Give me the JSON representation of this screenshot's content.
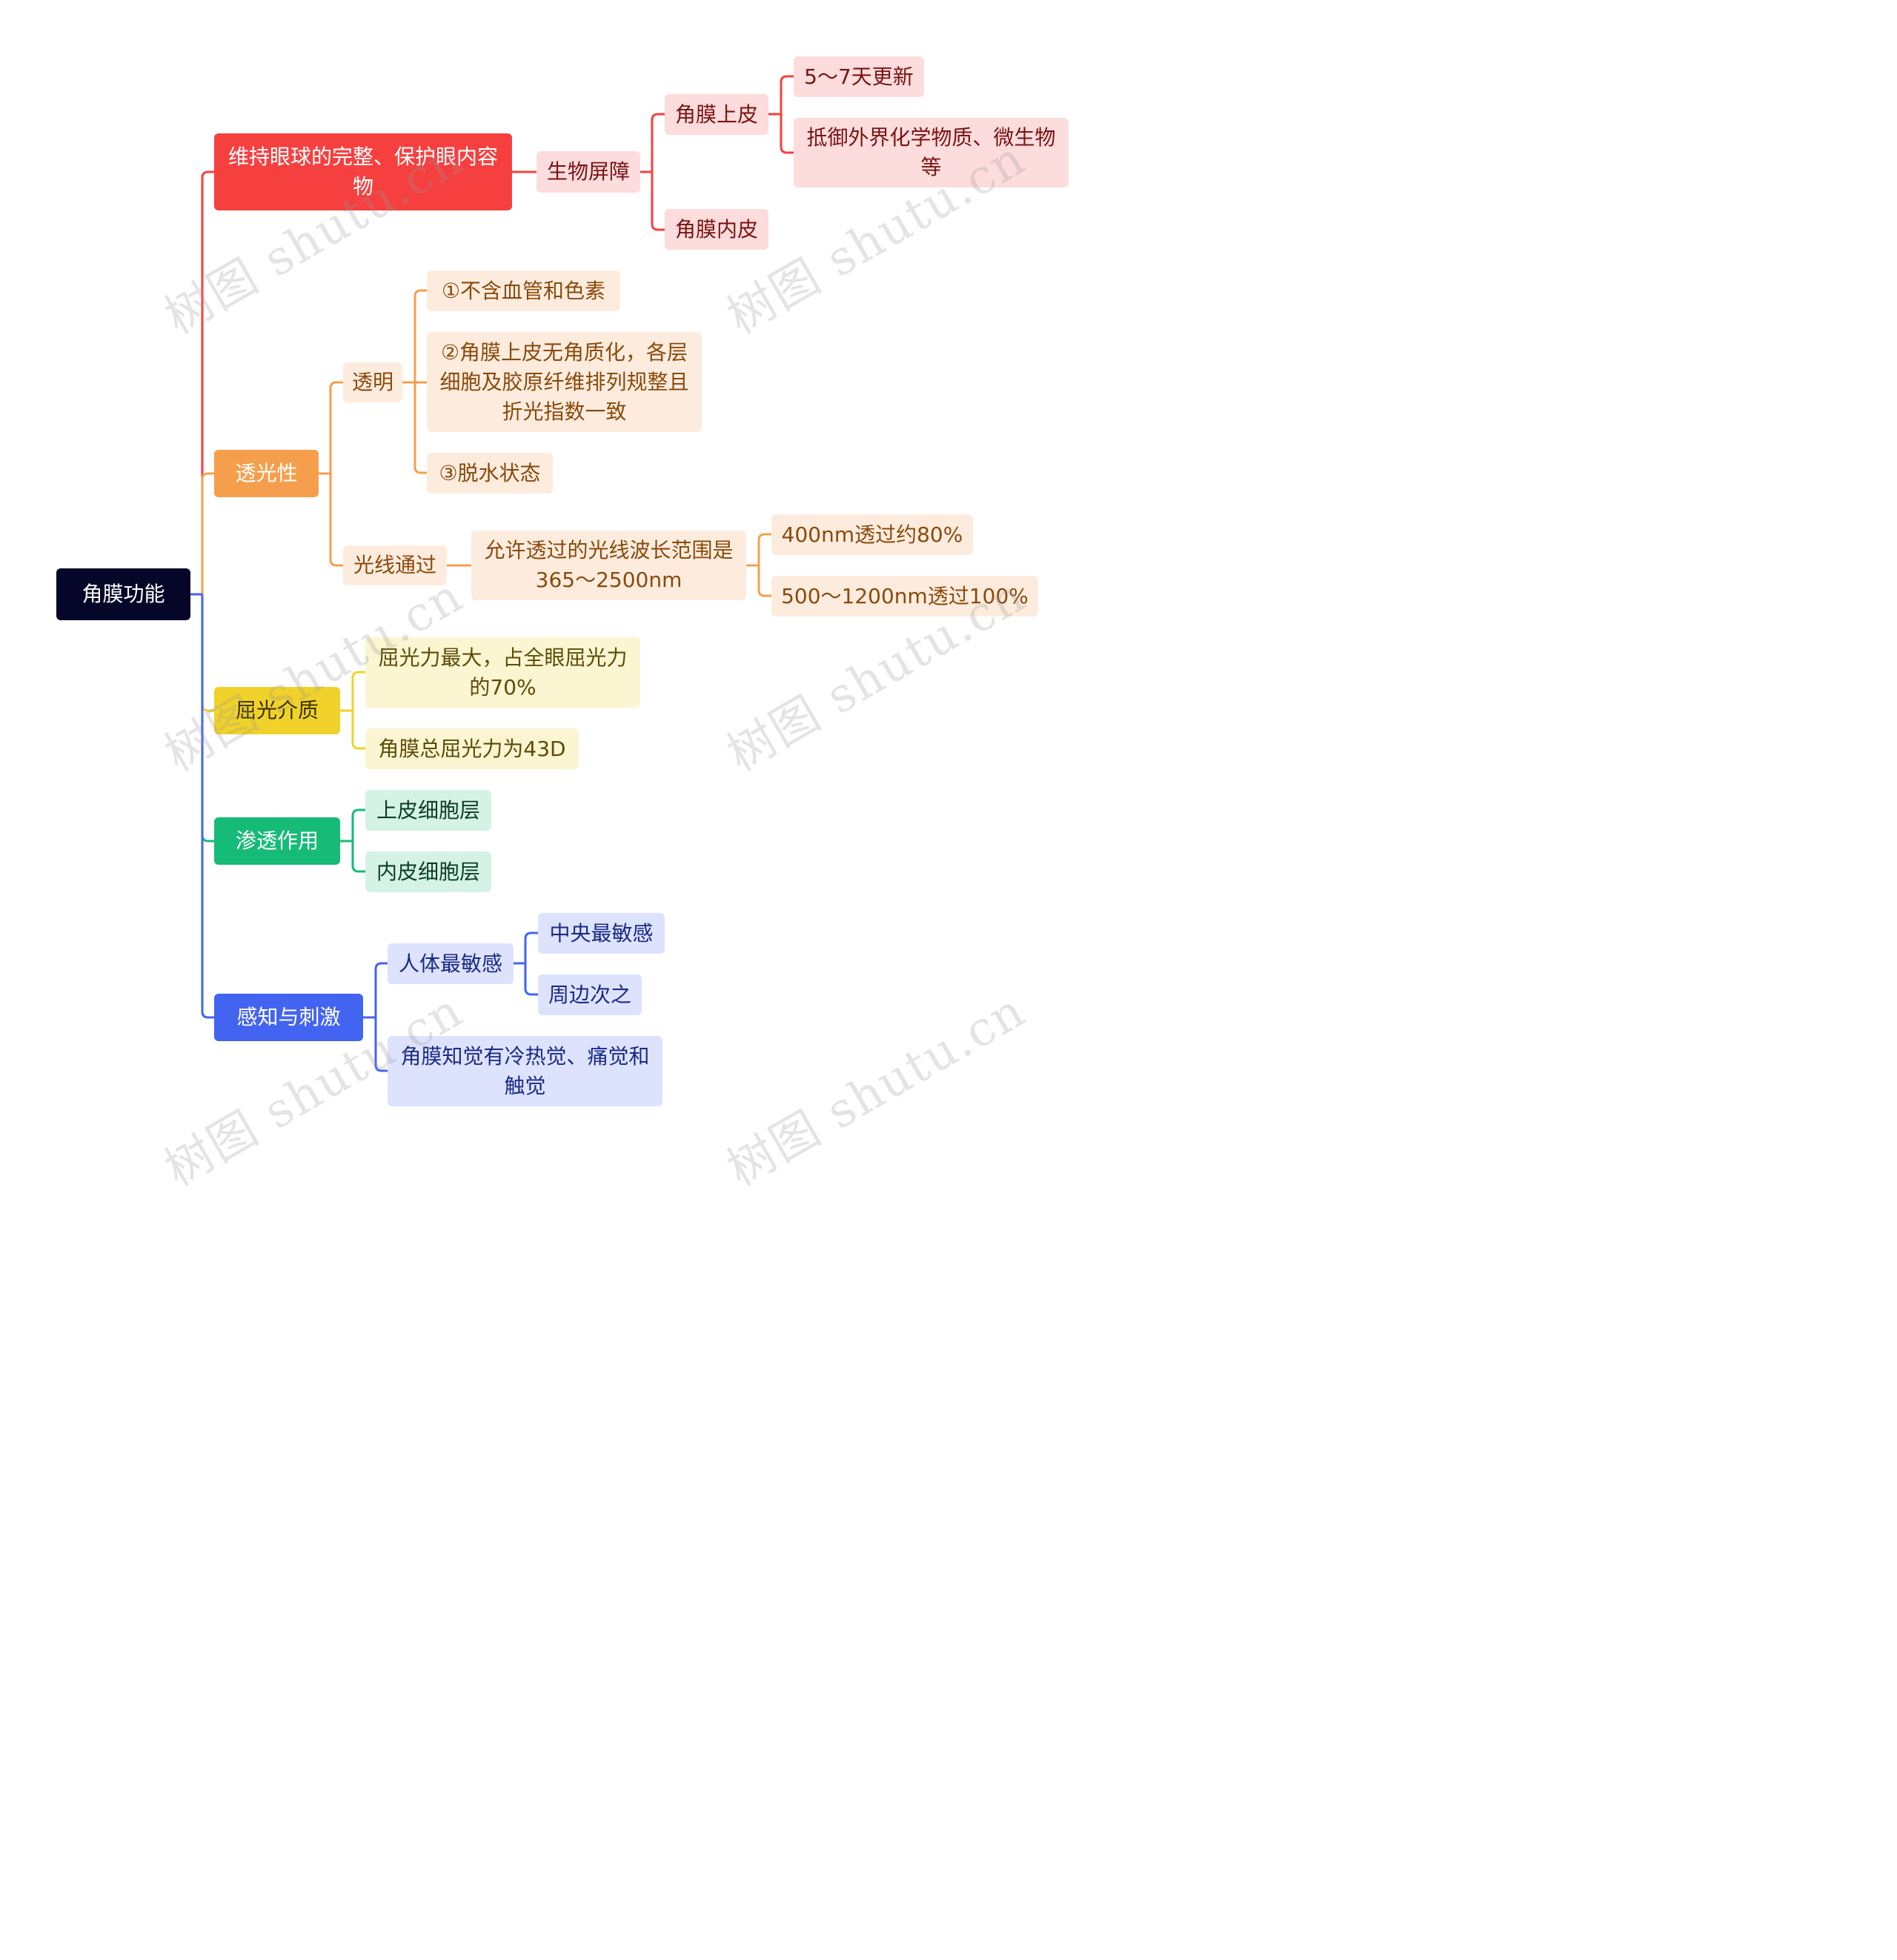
{
  "colors": {
    "root": "#060628",
    "red": "#f64040",
    "orange": "#f59f4c",
    "yellow": "#f0d22a",
    "green": "#16bb78",
    "blue": "#4364f0"
  },
  "watermark": "树图 shutu.cn",
  "root": {
    "label": "角膜功能"
  },
  "branches": {
    "integrity": {
      "label": "维持眼球的完整、保护眼内容物",
      "barrier": {
        "label": "生物屏障",
        "epithelium": {
          "label": "角膜上皮",
          "renew": "5～7天更新",
          "defend": "抵御外界化学物质、微生物等"
        },
        "endothelium": {
          "label": "角膜内皮"
        }
      }
    },
    "transparency": {
      "label": "透光性",
      "clear": {
        "label": "透明",
        "items": [
          "①不含血管和色素",
          "②角膜上皮无角质化，各层细胞及胶原纤维排列规整且折光指数一致",
          "③脱水状态"
        ]
      },
      "light": {
        "label": "光线通过",
        "range": {
          "label": "允许透过的光线波长范围是365～2500nm",
          "items": [
            "400nm透过约80%",
            "500～1200nm透过100%"
          ]
        }
      }
    },
    "refraction": {
      "label": "屈光介质",
      "items": [
        "屈光力最大，占全眼屈光力的70%",
        "角膜总屈光力为43D"
      ]
    },
    "permeation": {
      "label": "渗透作用",
      "items": [
        "上皮细胞层",
        "内皮细胞层"
      ]
    },
    "sensation": {
      "label": "感知与刺激",
      "sensitive": {
        "label": "人体最敏感",
        "items": [
          "中央最敏感",
          "周边次之"
        ]
      },
      "senses": {
        "label": "角膜知觉有冷热觉、痛觉和触觉"
      }
    }
  }
}
